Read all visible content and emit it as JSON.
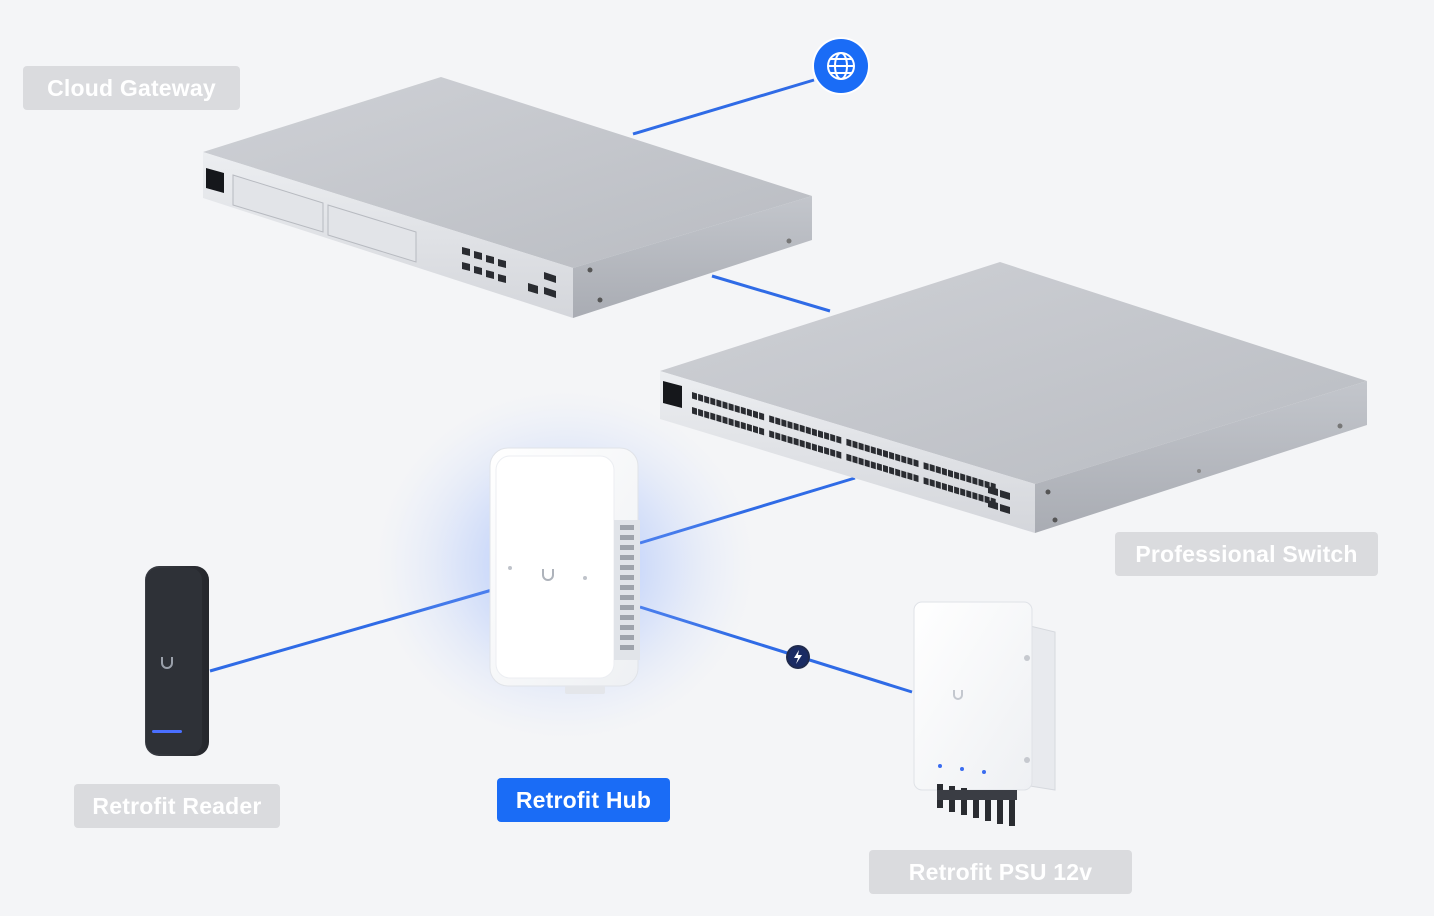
{
  "accent_color": "#1a6cf6",
  "line_color": "#2f6be6",
  "label_bg": "#dadbde",
  "devices": {
    "cloud_gateway": {
      "label": "Cloud Gateway"
    },
    "professional_switch": {
      "label": "Professional Switch"
    },
    "retrofit_hub": {
      "label": "Retrofit Hub",
      "highlighted": true
    },
    "retrofit_reader": {
      "label": "Retrofit Reader"
    },
    "retrofit_psu": {
      "label": "Retrofit PSU 12v"
    }
  },
  "icons": {
    "internet": "globe-icon",
    "power": "bolt-icon",
    "brand": "ubiquiti-u-icon"
  }
}
